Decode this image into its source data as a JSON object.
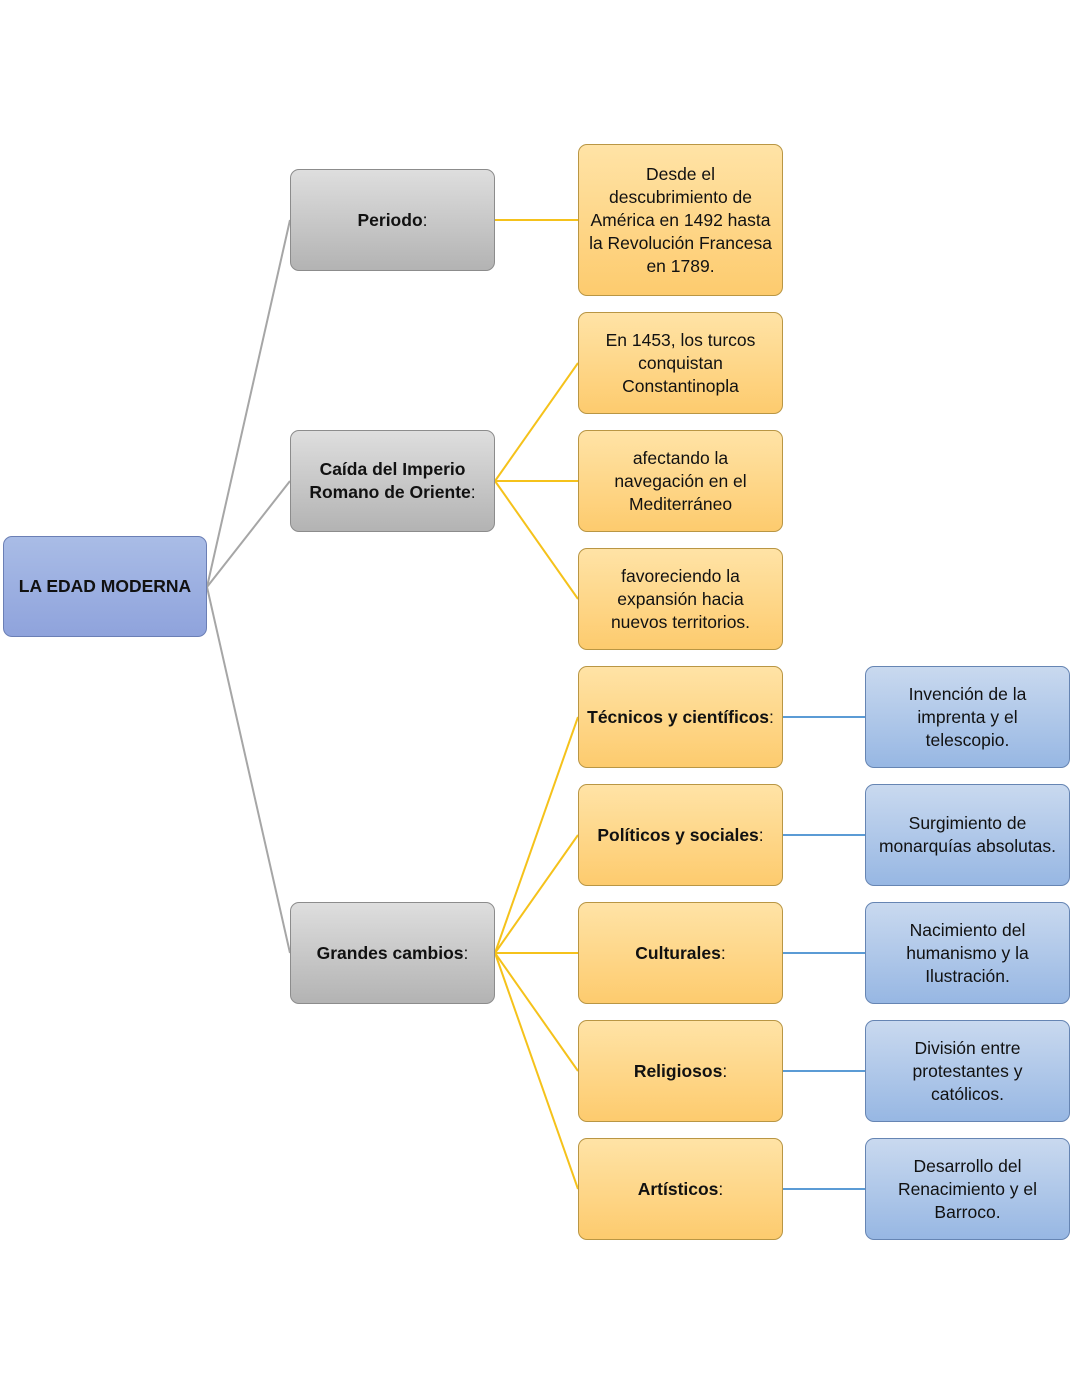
{
  "root": {
    "label": "LA EDAD MODERNA"
  },
  "periodo": {
    "label": "Periodo",
    "suffix": ":",
    "detail": "Desde el descubrimiento de América en 1492 hasta la Revolución Francesa en 1789."
  },
  "caida": {
    "label": "Caída del Imperio Romano de Oriente",
    "suffix": ":",
    "details": [
      "En 1453, los turcos conquistan Constantinopla",
      "afectando la navegación en el Mediterráneo",
      "favoreciendo la expansión hacia nuevos territorios."
    ]
  },
  "cambios": {
    "label": "Grandes cambios",
    "suffix": ":",
    "items": [
      {
        "label": "Técnicos y científicos",
        "suffix": ":",
        "detail": "Invención de la imprenta y el telescopio."
      },
      {
        "label": "Políticos y sociales",
        "suffix": ":",
        "detail": "Surgimiento de monarquías absolutas."
      },
      {
        "label": "Culturales",
        "suffix": ":",
        "detail": "Nacimiento del humanismo y la Ilustración."
      },
      {
        "label": "Religiosos",
        "suffix": ":",
        "detail": "División entre protestantes y católicos."
      },
      {
        "label": "Artísticos",
        "suffix": ":",
        "detail": "Desarrollo del Renacimiento y el Barroco."
      }
    ]
  },
  "colors": {
    "root_connector": "#a6a6a6",
    "amber_connector": "#f5c21b",
    "blue_connector": "#5b9bd5"
  }
}
